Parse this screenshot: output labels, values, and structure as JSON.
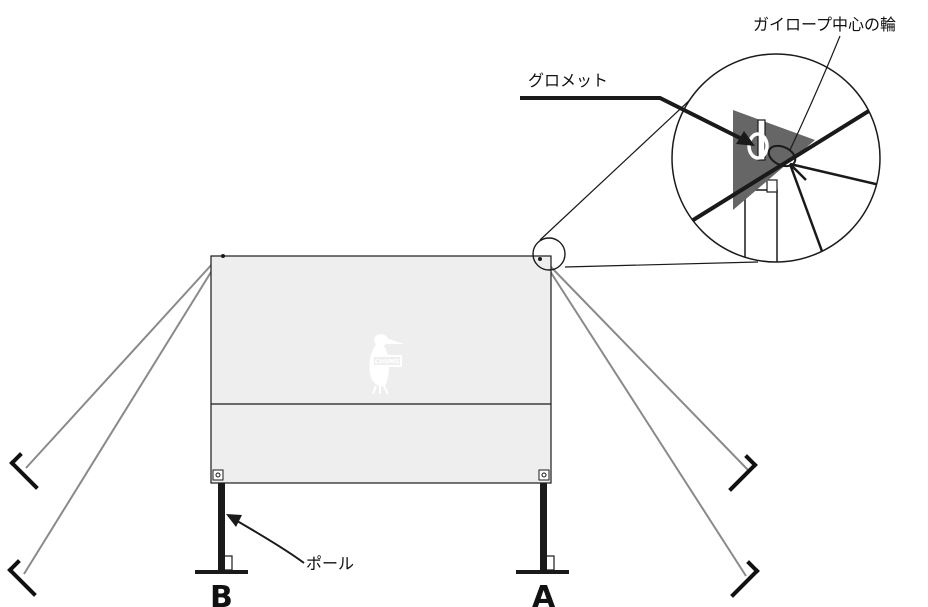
{
  "labels": {
    "grommet": "グロメット",
    "guy_rope_ring": "ガイロープ中心の輪",
    "pole": "ポール"
  },
  "markers": {
    "left": "B",
    "right": "A"
  },
  "logo": {
    "text": "CHUMS"
  },
  "colors": {
    "tarp_fill": "#eeeeee",
    "outline": "#1a1a1a",
    "guy_rope": "#8a8a8a",
    "grommet_patch": "#666666"
  }
}
